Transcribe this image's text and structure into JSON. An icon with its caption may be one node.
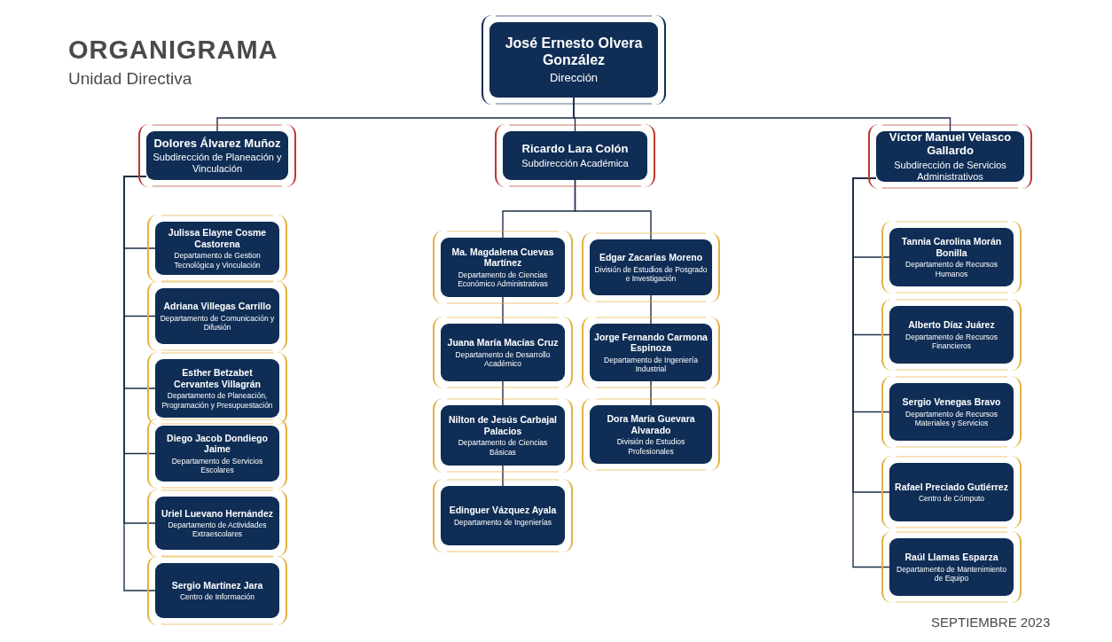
{
  "diagram": {
    "title": "ORGANIGRAMA",
    "nodes": [
      {
        "text": [
          "José Ernesto Olvera González",
          "Dirección"
        ]
      },
      {
        "text": [
          "Dolores Álvarez Muñoz",
          "Subdirección de Planeación y Vinculación"
        ]
      },
      {
        "text": [
          "Ricardo Lara Colón",
          "Subdirección Académica"
        ]
      },
      {
        "text": [
          "Víctor Manuel Velasco Gallardo",
          "Subdirección de Servicios Administrativos"
        ]
      },
      {
        "text": [
          "Julissa Elayne Cosme Castorena",
          "Departamento de Gestion Tecnológica y Vinculación"
        ]
      },
      {
        "text": [
          "Adriana Villegas Carrillo",
          "Departamento de Comunicación y Difusión"
        ]
      },
      {
        "text": [
          "Esther Betzabet Cervantes Villagrán",
          "Departamento de Planeación, Programación y Presupuestación"
        ]
      },
      {
        "text": [
          "Diego Jacob Dondiego Jaime",
          "Departamento de Servicios Escolares"
        ]
      },
      {
        "text": [
          "Uriel Luevano Hernández",
          "Departamento de Actividades Extraescolares"
        ]
      },
      {
        "text": [
          "Sergio Martínez Jara",
          "Centro de Información"
        ]
      },
      {
        "text": [
          "Ma. Magdalena Cuevas Martínez",
          "Departamento de Ciencias Económico Administrativas"
        ]
      },
      {
        "text": [
          "Juana María Macías Cruz",
          "Departamento de Desarrollo Académico"
        ]
      },
      {
        "text": [
          "Nilton de Jesús Carbajal Palacios",
          "Departamento de Ciencias Básicas"
        ]
      },
      {
        "text": [
          "Edinguer Vázquez Ayala",
          "Departamento de Ingenierías"
        ]
      },
      {
        "text": [
          "Edgar Zacarías Moreno",
          "División de Estudios de Posgrado e Investigación"
        ]
      },
      {
        "text": [
          "Jorge Fernando Carmona Espinoza",
          "Departamento de Ingeniería Industrial"
        ]
      },
      {
        "text": [
          "Dora María Guevara Alvarado",
          "División de Estudios Profesionales"
        ]
      },
      {
        "text": [
          "Tannia Carolina Morán Bonilla",
          "Departamento de Recursos Humanos"
        ]
      },
      {
        "text": [
          "Alberto Díaz Juárez",
          "Departamento de Recursos Financieros"
        ]
      },
      {
        "text": [
          "Sergio Venegas Bravo",
          "Departamento de Recursos Materiales y Servicios"
        ]
      },
      {
        "text": [
          "Rafael Preciado Gutiérrez",
          "Centro de Cómputo"
        ]
      },
      {
        "text": [
          "Raúl Llamas Esparza",
          "Departamento de Mantenimiento de Equipo"
        ]
      }
    ],
    "edges": [
      {
        "from": 0,
        "to": 1,
        "arrow": "none"
      },
      {
        "from": 0,
        "to": 2,
        "arrow": "none"
      },
      {
        "from": 0,
        "to": 3,
        "arrow": "none"
      },
      {
        "from": 1,
        "to": 4,
        "arrow": "none"
      },
      {
        "from": 1,
        "to": 5,
        "arrow": "none"
      },
      {
        "from": 1,
        "to": 6,
        "arrow": "none"
      },
      {
        "from": 1,
        "to": 7,
        "arrow": "none"
      },
      {
        "from": 1,
        "to": 8,
        "arrow": "none"
      },
      {
        "from": 1,
        "to": 9,
        "arrow": "none"
      },
      {
        "from": 2,
        "to": 10,
        "arrow": "none"
      },
      {
        "from": 2,
        "to": 14,
        "arrow": "none"
      },
      {
        "from": 10,
        "to": 11,
        "arrow": "none"
      },
      {
        "from": 11,
        "to": 12,
        "arrow": "none"
      },
      {
        "from": 12,
        "to": 13,
        "arrow": "none"
      },
      {
        "from": 14,
        "to": 15,
        "arrow": "none"
      },
      {
        "from": 15,
        "to": 16,
        "arrow": "none"
      },
      {
        "from": 3,
        "to": 17,
        "arrow": "none"
      },
      {
        "from": 3,
        "to": 18,
        "arrow": "none"
      },
      {
        "from": 3,
        "to": 19,
        "arrow": "none"
      },
      {
        "from": 3,
        "to": 20,
        "arrow": "none"
      },
      {
        "from": 3,
        "to": 21,
        "arrow": "none"
      }
    ],
    "labels": [
      "Unidad Directiva",
      "SEPTIEMBRE 2023"
    ]
  }
}
